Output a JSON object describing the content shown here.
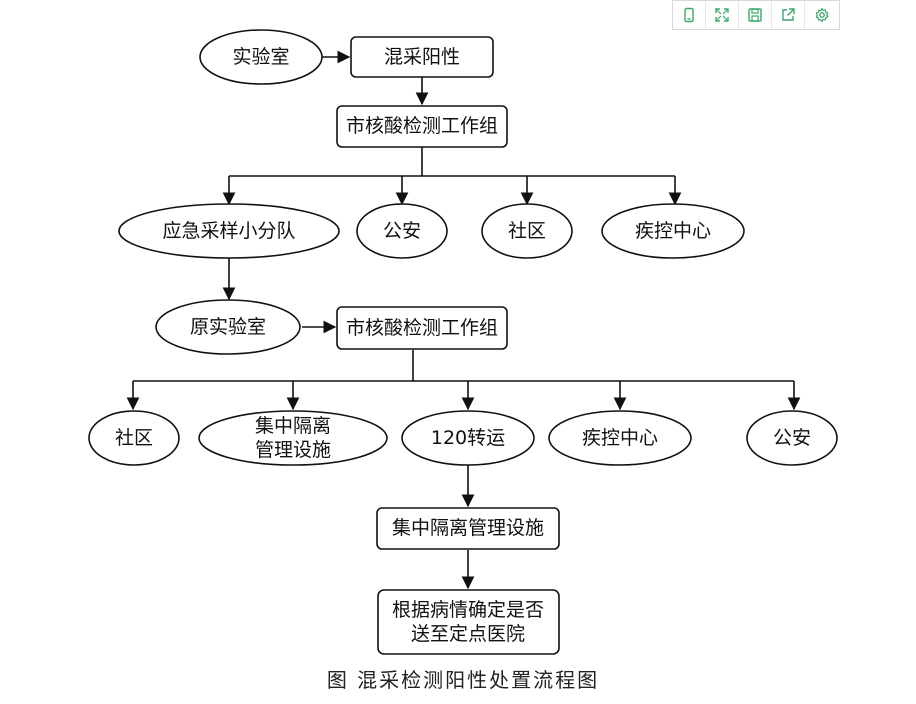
{
  "toolbar": {
    "accent_color": "#3aa86b",
    "buttons": [
      {
        "icon": "phone-icon"
      },
      {
        "icon": "fullscreen-icon"
      },
      {
        "icon": "save-icon"
      },
      {
        "icon": "share-icon"
      },
      {
        "icon": "settings-icon"
      }
    ]
  },
  "flowchart": {
    "nodes": {
      "lab": "实验室",
      "mixed_positive": "混采阳性",
      "city_group_1": "市核酸检测工作组",
      "emergency_team": "应急采样小分队",
      "police_1": "公安",
      "community_1": "社区",
      "cdc_1": "疾控中心",
      "original_lab": "原实验室",
      "city_group_2": "市核酸检测工作组",
      "community_2": "社区",
      "quarantine_facility_ellipse": [
        "集中隔离",
        "管理设施"
      ],
      "transfer_120": "120转运",
      "cdc_2": "疾控中心",
      "police_2": "公安",
      "quarantine_facility_box": "集中隔离管理设施",
      "hospital_decision": [
        "根据病情确定是否",
        "送至定点医院"
      ]
    }
  },
  "caption": "图  混采检测阳性处置流程图"
}
